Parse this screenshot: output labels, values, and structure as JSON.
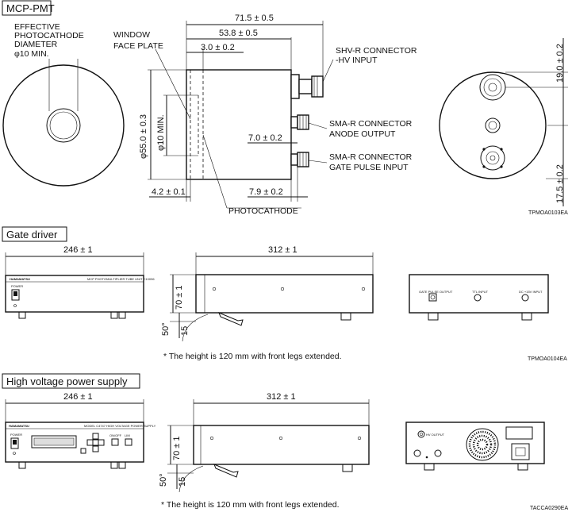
{
  "sections": {
    "mcp": "MCP-PMT",
    "gate": "Gate driver",
    "hv": "High voltage power supply"
  },
  "mcp": {
    "effective_line1": "EFFECTIVE",
    "effective_line2": "PHOTOCATHODE",
    "effective_line3": "DIAMETER",
    "effective_line4": "φ10 MIN.",
    "window_line1": "WINDOW",
    "window_line2": "FACE PLATE",
    "shv_line1": "SHV-R CONNECTOR",
    "shv_line2": "-HV INPUT",
    "sma1_line1": "SMA-R CONNECTOR",
    "sma1_line2": "ANODE OUTPUT",
    "sma2_line1": "SMA-R CONNECTOR",
    "sma2_line2": "GATE PULSE INPUT",
    "photocathode": "PHOTOCATHODE",
    "dim_overall": "71.5 ± 0.5",
    "dim_body": "53.8 ± 0.5",
    "dim_face": "3.0 ± 0.2",
    "dim_dia": "φ55.0 ± 0.3",
    "dim_phi10": "φ10 MIN.",
    "dim_anode": "7.0 ± 0.2",
    "dim_front": "4.2 ± 0.1",
    "dim_gate": "7.9 ± 0.2",
    "dim_top": "19.0 ± 0.2",
    "dim_bottom": "17.5 ± 0.2",
    "code": "TPMOA0103EA"
  },
  "gate": {
    "width": "246 ± 1",
    "depth": "312 ± 1",
    "height": "70 ± 1",
    "leg": "15",
    "angle": "50°",
    "note": "* The height is 120 mm with front legs extended.",
    "brand": "HAMAMATSU",
    "model": "MCP PHOTOMULTIPLIER TUBE UNIT C10096",
    "power": "POWER",
    "rear_gate_pulse": "GATE PULSE OUTPUT",
    "rear_ttl": "TTL INPUT",
    "rear_dc": "DC +15V INPUT",
    "code": "TPMOA0104EA"
  },
  "hv": {
    "width": "246 ± 1",
    "depth": "312 ± 1",
    "height": "70 ± 1",
    "leg": "15",
    "angle": "50°",
    "note": "* The height is 120 mm with front legs extended.",
    "brand": "HAMAMATSU",
    "model": "MODEL C4747 HIGH VOLTAGE POWER SUPPLY",
    "power": "POWER",
    "onoff": "ON/OFF",
    "lim": "LIM",
    "rear_hv": "HV OUTPUT",
    "code": "TACCA0290EA"
  }
}
